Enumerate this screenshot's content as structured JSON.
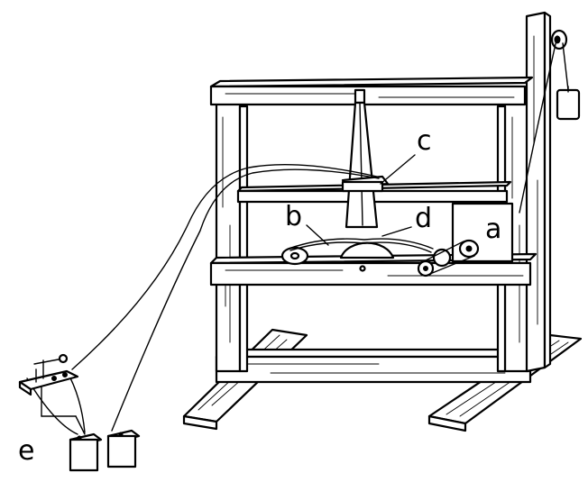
{
  "labels": {
    "a": "a",
    "b": "b",
    "c": "c",
    "d": "d",
    "e": "e"
  },
  "colors": {
    "ink": "#000000",
    "paper": "#ffffff"
  }
}
